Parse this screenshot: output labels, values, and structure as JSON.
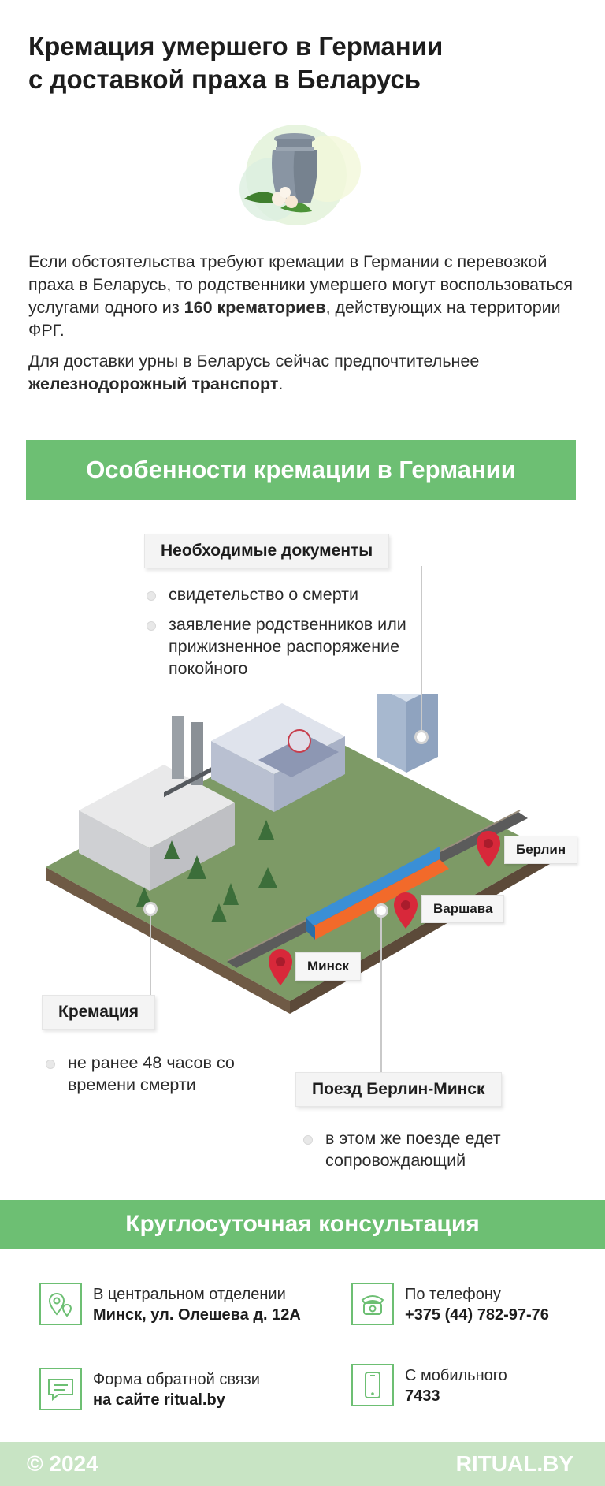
{
  "title": {
    "line1": "Кремация умершего в Германии",
    "line2": "с доставкой праха в Беларусь"
  },
  "intro": {
    "p1_a": "Если обстоятельства требуют кремации в Германии с перевозкой праха в Беларусь, то родственники умершего могут воспользоваться услугами одного из ",
    "p1_bold": "160 крематориев",
    "p1_b": ", действующих на территории ФРГ.",
    "p2_a": "Для доставки урны в Беларусь сейчас предпочтительнее ",
    "p2_bold": "железнодорожный транспорт",
    "p2_b": "."
  },
  "banner_features": "Особенности кремации в Германии",
  "documents": {
    "label": "Необходимые документы",
    "items": [
      "свидетельство о смерти",
      "заявление родственников или прижизненное распоряжение покойного"
    ]
  },
  "cities": {
    "berlin": "Берлин",
    "warsaw": "Варшава",
    "minsk": "Минск"
  },
  "cremation": {
    "label": "Кремация",
    "items": [
      "не ранее 48 часов со времени смерти"
    ]
  },
  "train": {
    "label": "Поезд Берлин-Минск",
    "items": [
      "в этом же поезде едет сопровождающий"
    ]
  },
  "banner_consult": "Круглосуточная консультация",
  "contacts": {
    "office": {
      "line1": "В центральном отделении",
      "line2": "Минск, ул. Олешева д. 12А",
      "icon": "map-pin-icon"
    },
    "phone": {
      "line1": "По телефону",
      "line2": "+375 (44) 782-97-76",
      "icon": "phone-icon"
    },
    "form": {
      "line1": "Форма обратной связи",
      "line2": "на сайте ritual.by",
      "icon": "chat-icon"
    },
    "mobile": {
      "line1": "С мобильного",
      "line2": "7433",
      "icon": "mobile-icon"
    }
  },
  "footer": {
    "copyright": "© 2024",
    "site": "RITUAL.BY"
  },
  "colors": {
    "accent_green": "#6dbf73",
    "footer_green": "#c8e4c4",
    "pin_red": "#d8283a",
    "train_blue": "#3a8fd6",
    "train_orange": "#f26a2a"
  }
}
